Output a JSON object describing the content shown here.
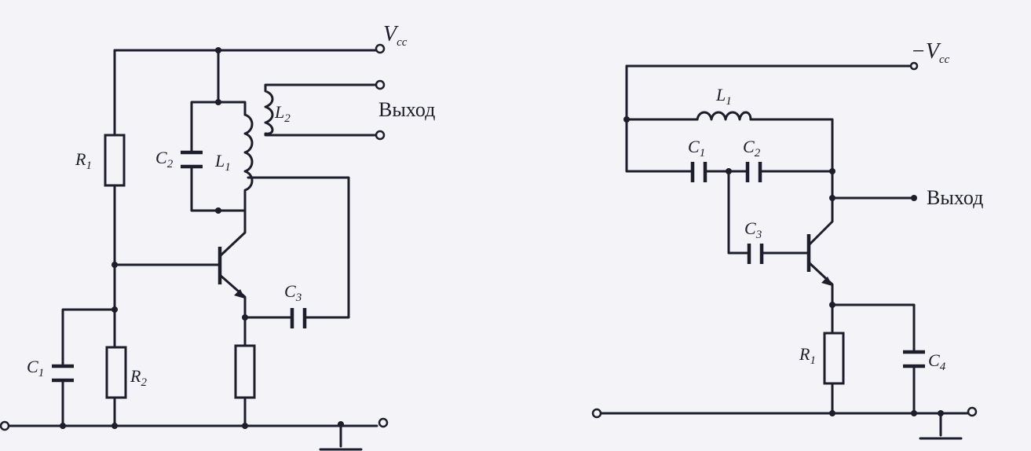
{
  "left_circuit": {
    "supply_label": "V",
    "supply_sub": "cc",
    "output_label": "Выход",
    "labels": {
      "R1": {
        "base": "R",
        "sub": "1"
      },
      "R2": {
        "base": "R",
        "sub": "2"
      },
      "C1": {
        "base": "C",
        "sub": "1"
      },
      "C2": {
        "base": "C",
        "sub": "2"
      },
      "C3": {
        "base": "C",
        "sub": "3"
      },
      "L1": {
        "base": "L",
        "sub": "1"
      },
      "L2": {
        "base": "L",
        "sub": "2"
      }
    }
  },
  "right_circuit": {
    "supply_label": "−V",
    "supply_sub": "cc",
    "output_label": "Выход",
    "labels": {
      "L1": {
        "base": "L",
        "sub": "1"
      },
      "C1": {
        "base": "C",
        "sub": "1"
      },
      "C2": {
        "base": "C",
        "sub": "2"
      },
      "C3": {
        "base": "C",
        "sub": "3"
      },
      "C4": {
        "base": "C",
        "sub": "4"
      },
      "R1": {
        "base": "R",
        "sub": "1"
      }
    }
  }
}
